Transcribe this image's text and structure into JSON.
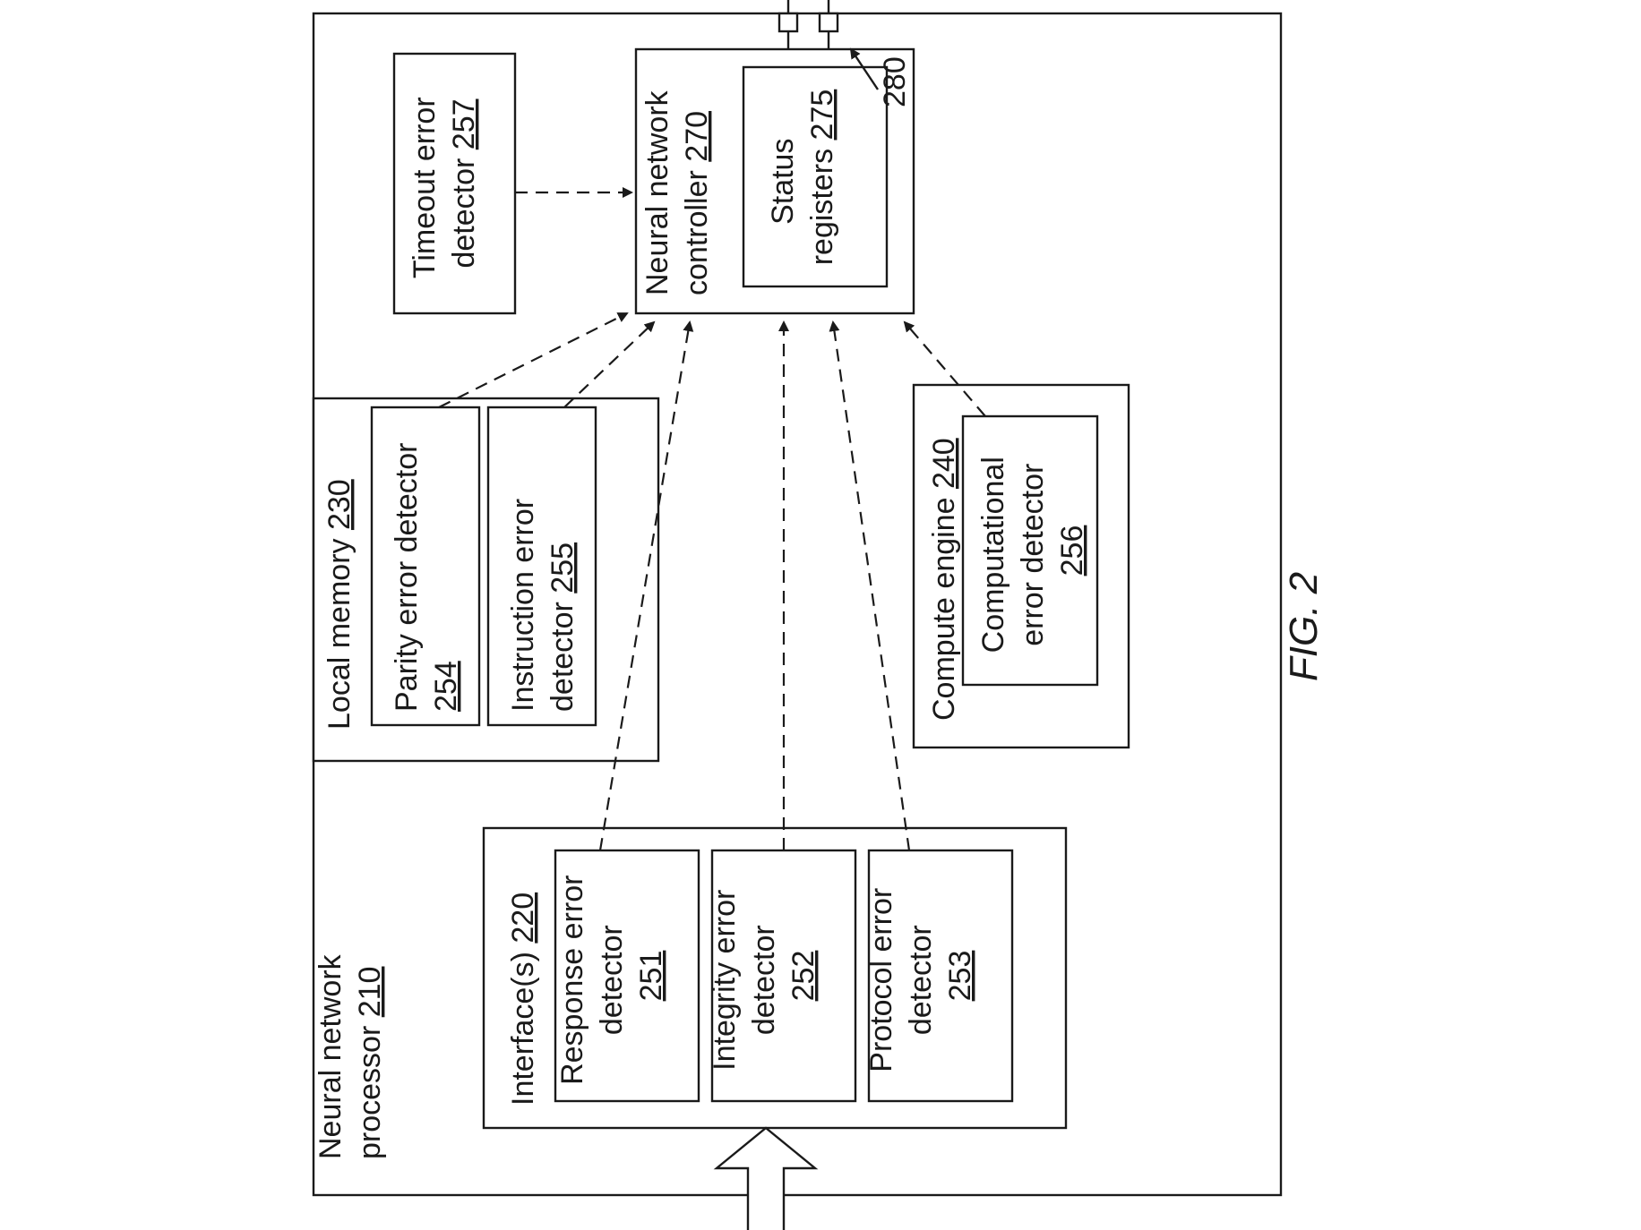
{
  "blocks": {
    "processor": {
      "line1": "Neural network",
      "line2": "processor ",
      "ref": "210"
    },
    "controller": {
      "line1": "Neural network",
      "line2": "controller ",
      "ref": "270"
    },
    "status_registers": {
      "line1": "Status",
      "line2": "registers ",
      "ref": "275"
    },
    "timeout": {
      "line1": "Timeout error",
      "line2": "detector ",
      "ref": "257"
    },
    "local_memory": {
      "line1": "Local memory ",
      "ref": "230"
    },
    "parity": {
      "line1": "Parity error detector",
      "ref": "254"
    },
    "instruction": {
      "line1": "Instruction error",
      "line2": "detector  ",
      "ref": "255"
    },
    "compute_engine": {
      "line1": "Compute engine ",
      "ref": "240"
    },
    "computational": {
      "line1": "Computational",
      "line2": "error detector",
      "ref": "256"
    },
    "interfaces": {
      "line1": "Interface(s) ",
      "ref": "220"
    },
    "response": {
      "line1": "Response error",
      "line2": "detector",
      "ref": "251"
    },
    "integrity": {
      "line1": "Integrity error",
      "line2": "detector",
      "ref": "252"
    },
    "protocol": {
      "line1": "Protocol error",
      "line2": "detector",
      "ref": "253"
    }
  },
  "connection_ref": "280",
  "figure_label": "FIG. 2"
}
